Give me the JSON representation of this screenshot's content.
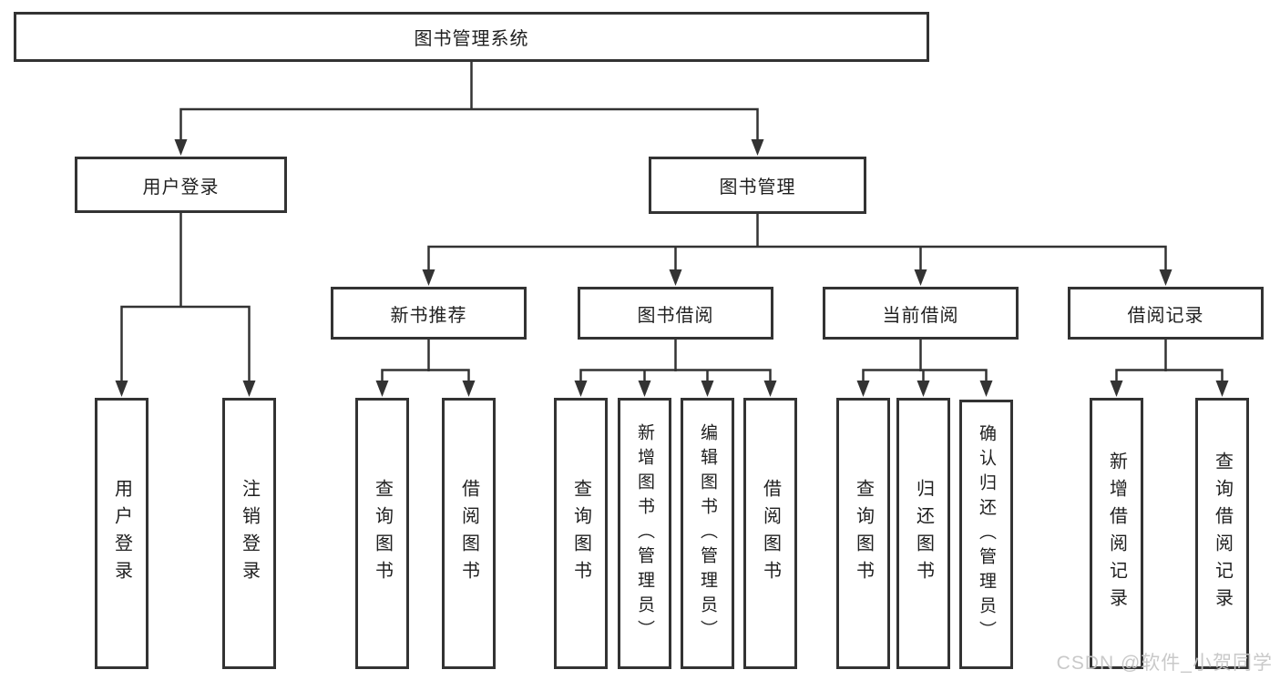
{
  "diagram_title": "图书管理系统",
  "colors": {
    "line": "#333333",
    "text": "#1f1f1f",
    "background": "#ffffff",
    "watermark": "#c6c6c6"
  },
  "nodes": {
    "root": "图书管理系统",
    "user_login": "用户登录",
    "book_mgmt": "图书管理",
    "new_books": "新书推荐",
    "book_borrow": "图书借阅",
    "current_borrow": "当前借阅",
    "borrow_records": "借阅记录",
    "ul_user_login": "用户登录",
    "ul_logout": "注销登录",
    "nb_query_books": "查询图书",
    "nb_borrow_books": "借阅图书",
    "bb_query_books": "查询图书",
    "bb_add_books": "新增图书（管理员）",
    "bb_edit_books": "编辑图书（管理员）",
    "bb_borrow_books": "借阅图书",
    "cb_query_books": "查询图书",
    "cb_return_books": "归还图书",
    "cb_confirm_return": "确认归还（管理员）",
    "br_add_record": "新增借阅记录",
    "br_query_record": "查询借阅记录"
  },
  "watermark": "CSDN @软件_小贺同学"
}
